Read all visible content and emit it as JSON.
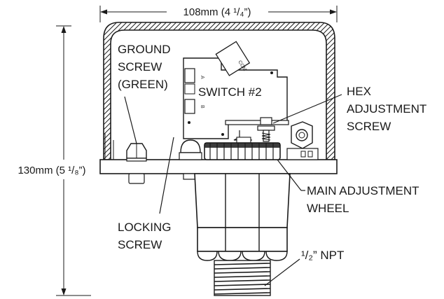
{
  "dimensions": {
    "width_text": "108mm (4 ¹/₄”)",
    "height_text": "130mm (5 ¹/₈”)"
  },
  "labels": {
    "ground_screw": [
      "GROUND",
      "SCREW",
      "(GREEN)"
    ],
    "switch": "SWITCH #2",
    "hex_adjustment_screw": [
      "HEX",
      "ADJUSTMENT",
      "SCREW"
    ],
    "main_adjustment_wheel": [
      "MAIN ADJUSTMENT",
      "WHEEL"
    ],
    "locking_screw": [
      "LOCKING",
      "SCREW"
    ],
    "npt": "¹/₂” NPT"
  },
  "switch_terminals": [
    "A",
    "B",
    "COM"
  ]
}
